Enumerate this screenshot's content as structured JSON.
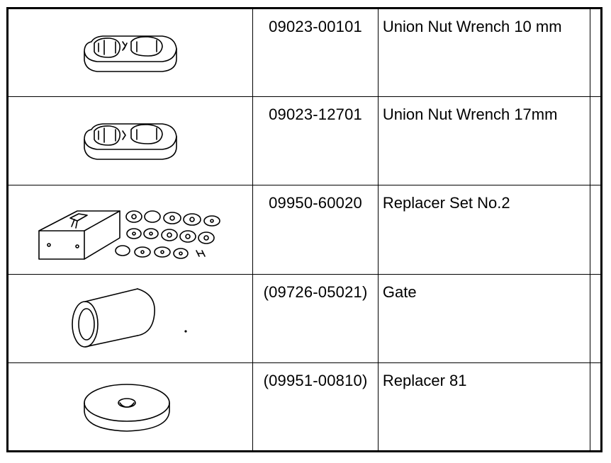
{
  "tools": [
    {
      "part_number": "09023-00101",
      "name": "Union Nut Wrench 10 mm",
      "icon": "union-nut-wrench-icon"
    },
    {
      "part_number": "09023-12701",
      "name": "Union Nut Wrench 17mm",
      "icon": "union-nut-wrench-icon"
    },
    {
      "part_number": "09950-60020",
      "name": "Replacer Set No.2",
      "icon": "replacer-set-icon"
    },
    {
      "part_number": "(09726-05021)",
      "name": "Gate",
      "icon": "gate-cylinder-icon"
    },
    {
      "part_number": "(09951-00810)",
      "name": "Replacer 81",
      "icon": "replacer-disc-icon"
    }
  ]
}
